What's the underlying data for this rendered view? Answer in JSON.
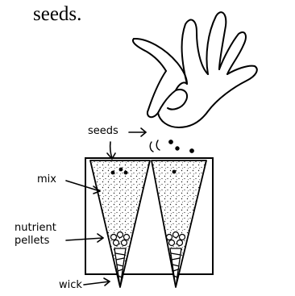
{
  "heading": "seeds.",
  "labels": {
    "seeds": "seeds",
    "mix": "mix",
    "nutrient_line1": "nutrient",
    "nutrient_line2": "pellets",
    "wick": "wick"
  },
  "colors": {
    "ink": "#000000",
    "background": "#ffffff"
  }
}
